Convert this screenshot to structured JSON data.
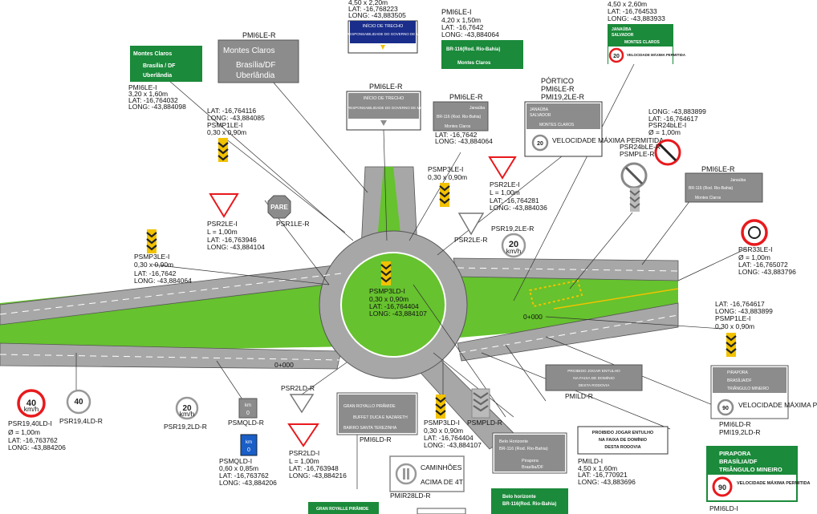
{
  "colors": {
    "grass": "#66c22e",
    "asphalt": "#a7a7a7",
    "sign_green": "#1b8a3a",
    "sign_gray": "#8c8c8c",
    "sign_blue": "#1a2d8a",
    "warning_yellow": "#f2c200",
    "regulatory_red": "#e8191d",
    "leader_line": "#333333"
  },
  "road": {
    "mark_0_000_left": "0+000",
    "mark_0_000_right": "0+000"
  },
  "signs": {
    "top_partial": {
      "dims": "4,50 x 2,20m",
      "lat": "LAT: -16,768223",
      "long": "LONG: -43,883505",
      "line1": "INÍCIO DE TRECHO",
      "line2": "SOB RESPONSABILIDADE DO GOVERNO DE MINAS"
    },
    "pmi6le_i_top": {
      "id": "PMI6LE-I",
      "dims": "4,20 x 1,50m",
      "lat": "LAT: -16,7642",
      "long": "LONG: -43,884064",
      "line1": "BR-116(Rod. Rio-Bahia)",
      "line2": "Montes Claros"
    },
    "top_right_partial": {
      "dims": "4,50 x 2,60m",
      "lat": "LAT: -16,764533",
      "long": "LONG: -43,883933",
      "line1": "JANAÚBA",
      "line2": "SALVADOR",
      "line3": "MONTES CLAROS",
      "speed": "20",
      "speed_text": "VELOCIDADE MÁXIMA PERMITIDA"
    },
    "green_left": {
      "line1": "Montes Claros",
      "line2": "Brasília / DF",
      "line3": "Uberlândia",
      "id": "PMI6LE-I",
      "dims": "3,20 x 1,60m",
      "lat": "LAT: -16,764032",
      "long": "LONG: -43,884098"
    },
    "gray_left": {
      "id": "PMI6LE-R",
      "line1": "Montes Claros",
      "line2": "Brasília/DF",
      "line3": "Uberlândia"
    },
    "pmi6le_r_center": {
      "id": "PMI6LE-R",
      "line1": "INÍCIO DE TRECHO",
      "line2": "SOB RESPONSABILIDADE DO GOVERNO DE MINAS"
    },
    "pmi6le_r_mid": {
      "id": "PMI6LE-R",
      "line1": "Janaúba",
      "line2": "BR-116 (Rod. Rio-Bahia)",
      "line3": "Montes Claros",
      "lat": "LAT: -16,7642",
      "long": "LONG: -43,884064"
    },
    "portico": {
      "id1": "PÓRTICO",
      "id2": "PMI6LE-R",
      "id3": "PMI19,2LE-R",
      "line1": "JANAÚBA",
      "line2": "SALVADOR",
      "line3": "MONTES CLAROS",
      "speed": "20",
      "speed_text": "VELOCIDADE MÁXIMA PERMITIDA"
    },
    "psmp1le_i": {
      "lat": "LAT: -16,764116",
      "long": "LONG: -43,884085",
      "id": "PSMP1LE-I",
      "dims": "0,30 x 0,90m"
    },
    "psmp3le_i_top": {
      "id": "PSMP3LE-I",
      "dims": "0,30 x 0,90m"
    },
    "psr2le_i_right": {
      "id": "PSR2LE-I",
      "size": "L = 1,00m",
      "lat": "LAT: -16,764281",
      "long": "LONG: -43,884036"
    },
    "psr2le_r": {
      "id": "PSR2LE-R"
    },
    "psr19_2le_r": {
      "id": "PSR19,2LE-R",
      "speed": "20",
      "unit": "km/h"
    },
    "psr24ble": {
      "long": "LONG: -43,883899",
      "lat": "LAT: -16,764617",
      "id1": "PSR24bLE-I",
      "size": "Ø = 1,00m",
      "id2": "PSR24bLE-R",
      "id3": "PSMPLE-R"
    },
    "pmi6le_r_right": {
      "id": "PMI6LE-R",
      "line1": "Janaúba",
      "line2": "BR-116 (Rod. Rio-Bahia)",
      "line3": "Montes Claros"
    },
    "psr33le_i": {
      "id": "PSR33LE-I",
      "size": "Ø = 1,00m",
      "lat": "LAT: -16,765072",
      "long": "LONG: -43,883796"
    },
    "psr2le_i_left": {
      "id": "PSR2LE-I",
      "size": "L = 1,00m",
      "lat": "LAT: -16,763946",
      "long": "LONG: -43,884104"
    },
    "pare": {
      "text": "PARE",
      "id": "PSR1LE-R"
    },
    "psmp3le_i_left": {
      "id": "PSMP3LE-I",
      "dims": "0,30 x 0,90m",
      "lat": "LAT: -16,7642",
      "long": "LONG: -43,884064"
    },
    "psmp3ld_i_center": {
      "id": "PSMP3LD-I",
      "dims": "0,30 x 0,90m",
      "lat": "LAT: -16,764404",
      "long": "LONG: -43,884107"
    },
    "psmp1le_i_right": {
      "lat": "LAT: -16,764617",
      "long": "LONG: -43,883899",
      "id": "PSMP1LE-I",
      "dims": "0,30 x 0,90m"
    },
    "pmild_r": {
      "id": "PMILD-R",
      "line1": "PROIBIDO JOGAR ENTULHO",
      "line2": "NA FAIXA DE DOMÍNIO",
      "line3": "DESTA RODOVIA"
    },
    "pmild_i": {
      "line1": "PROIBIDO JOGAR ENTULHO",
      "line2": "NA FAIXA DE DOMÍNIO",
      "line3": "DESTA RODOVIA",
      "id": "PMILD-I",
      "dims": "4,50 x 1,60m",
      "lat": "LAT: -16,770921",
      "long": "LONG: -43,883696"
    },
    "pmi6ld_r_right": {
      "line1": "PIRAPORA",
      "line2": "BRASÍLIA/DF",
      "line3": "TRIÂNGULO MINEIRO",
      "speed": "90",
      "speed_text": "VELOCIDADE MÁXIMA PERMITIDA",
      "id1": "PMI6LD-R",
      "id2": "PMI19,2LD-R"
    },
    "pmi6ld_i_right": {
      "line1": "PIRAPORA",
      "line2": "BRASÍLIA/DF",
      "line3": "TRIÂNGULO MINEIRO",
      "speed": "90",
      "speed_text": "VELOCIDADE MÁXIMA PERMITIDA",
      "id": "PMI6LD-I"
    },
    "psr19_40ld": {
      "id1": "PSR19,40LD-I",
      "id2": "PSR19,4LD-R",
      "speed": "40",
      "unit": "km/h",
      "size": "Ø = 1,00m",
      "lat": "LAT: -16,763762",
      "long": "LONG: -43,884206"
    },
    "psr19_2ld_r": {
      "id": "PSR19,2LD-R",
      "speed": "20",
      "unit": "km/h"
    },
    "psmqld": {
      "id1": "PSMQLD-R",
      "id2": "PSMQLD-I",
      "dims": "0,60 x 0,85m",
      "lat": "LAT: -16,763762",
      "long": "LONG: -43,884206",
      "km": "km",
      "num": "0"
    },
    "psr2ld": {
      "id1": "PSR2LD-R",
      "id2": "PSR2LD-I",
      "size": "L = 1,00m",
      "lat": "LAT: -16,763948",
      "long": "LONG: -43,884216"
    },
    "pmi6ld_r_bottom": {
      "line1": "GRAN ROYALLO PIRÂMIDE",
      "line2": "BUFFET DUCA E NAZARETH",
      "line3": "BAIRRO SANTA TEREZINHA",
      "id": "PMI6LD-R"
    },
    "psmp3ld_i_bottom": {
      "id": "PSMP3LD-I",
      "dims": "0,30 x 0,90m",
      "lat": "LAT: -16,764404",
      "long": "LONG: -43,884107"
    },
    "psmpld_r": {
      "id": "PSMPLD-R"
    },
    "caminhoes": {
      "line1": "CAMINHÕES",
      "line2": "ACIMA DE 4T",
      "id": "PMIR28LD-R"
    },
    "bottom_green_left": {
      "line1": "GRAN ROYALLE PIRÂMIDE"
    },
    "belo_horizonte_r": {
      "line1": "Belo Horizonte",
      "line2": "BR-116 (Rod. Rio-Bahia)",
      "line3": "Pirapora",
      "line4": "Brasília/DF"
    },
    "belo_horizonte_i": {
      "line1": "Belo horizonte",
      "line2": "BR-116(Rod. Rio-Bahia)"
    }
  }
}
